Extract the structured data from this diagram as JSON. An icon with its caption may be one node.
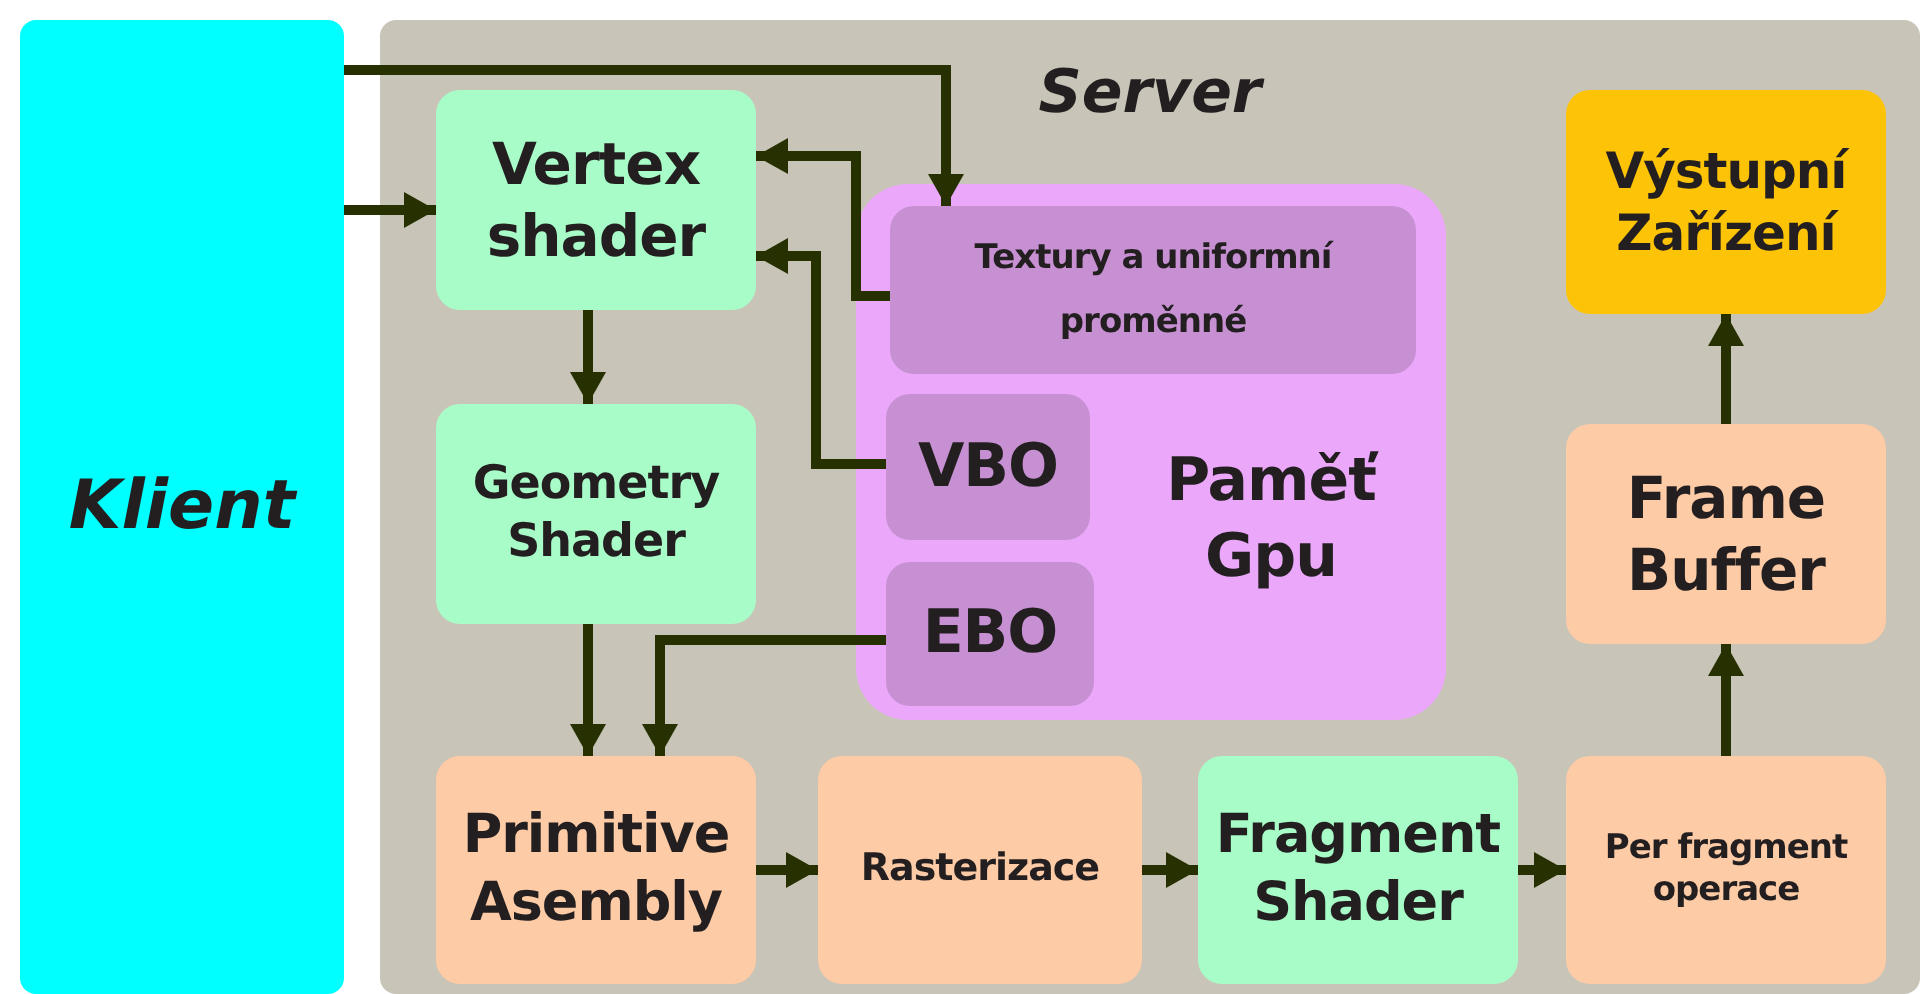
{
  "diagram": {
    "nodes": [
      {
        "text": [
          "Klient"
        ]
      },
      {
        "text": [
          "Server"
        ]
      },
      {
        "text": [
          "Vertex shader"
        ],
        "in": 1
      },
      {
        "text": [
          "Geometry Shader"
        ],
        "in": 1
      },
      {
        "text": [
          "Paměť Gpu"
        ],
        "in": 1
      },
      {
        "text": [
          "Textury a uniformní proměnné"
        ],
        "in": 4
      },
      {
        "text": [
          "VBO"
        ],
        "in": 4
      },
      {
        "text": [
          "EBO"
        ],
        "in": 4
      },
      {
        "text": [
          "Výstupní Zařízení"
        ],
        "in": 1
      },
      {
        "text": [
          "Frame Buffer"
        ],
        "in": 1
      },
      {
        "text": [
          "Primitive Asembly"
        ],
        "in": 1
      },
      {
        "text": [
          "Rasterizace"
        ],
        "in": 1
      },
      {
        "text": [
          "Fragment Shader"
        ],
        "in": 1
      },
      {
        "text": [
          "Per fragment operace"
        ],
        "in": 1
      }
    ],
    "edges": [
      {
        "from": 0,
        "to": 2,
        "arrow": "to"
      },
      {
        "from": 0,
        "to": 5,
        "arrow": "to"
      },
      {
        "from": 5,
        "to": 2,
        "arrow": "to"
      },
      {
        "from": 6,
        "to": 2,
        "arrow": "to"
      },
      {
        "from": 2,
        "to": 3,
        "arrow": "to"
      },
      {
        "from": 3,
        "to": 10,
        "arrow": "to"
      },
      {
        "from": 7,
        "to": 10,
        "arrow": "to"
      },
      {
        "from": 10,
        "to": 11,
        "arrow": "to"
      },
      {
        "from": 11,
        "to": 12,
        "arrow": "to"
      },
      {
        "from": 12,
        "to": 13,
        "arrow": "to"
      },
      {
        "from": 13,
        "to": 9,
        "arrow": "to"
      },
      {
        "from": 9,
        "to": 8,
        "arrow": "to"
      }
    ]
  }
}
